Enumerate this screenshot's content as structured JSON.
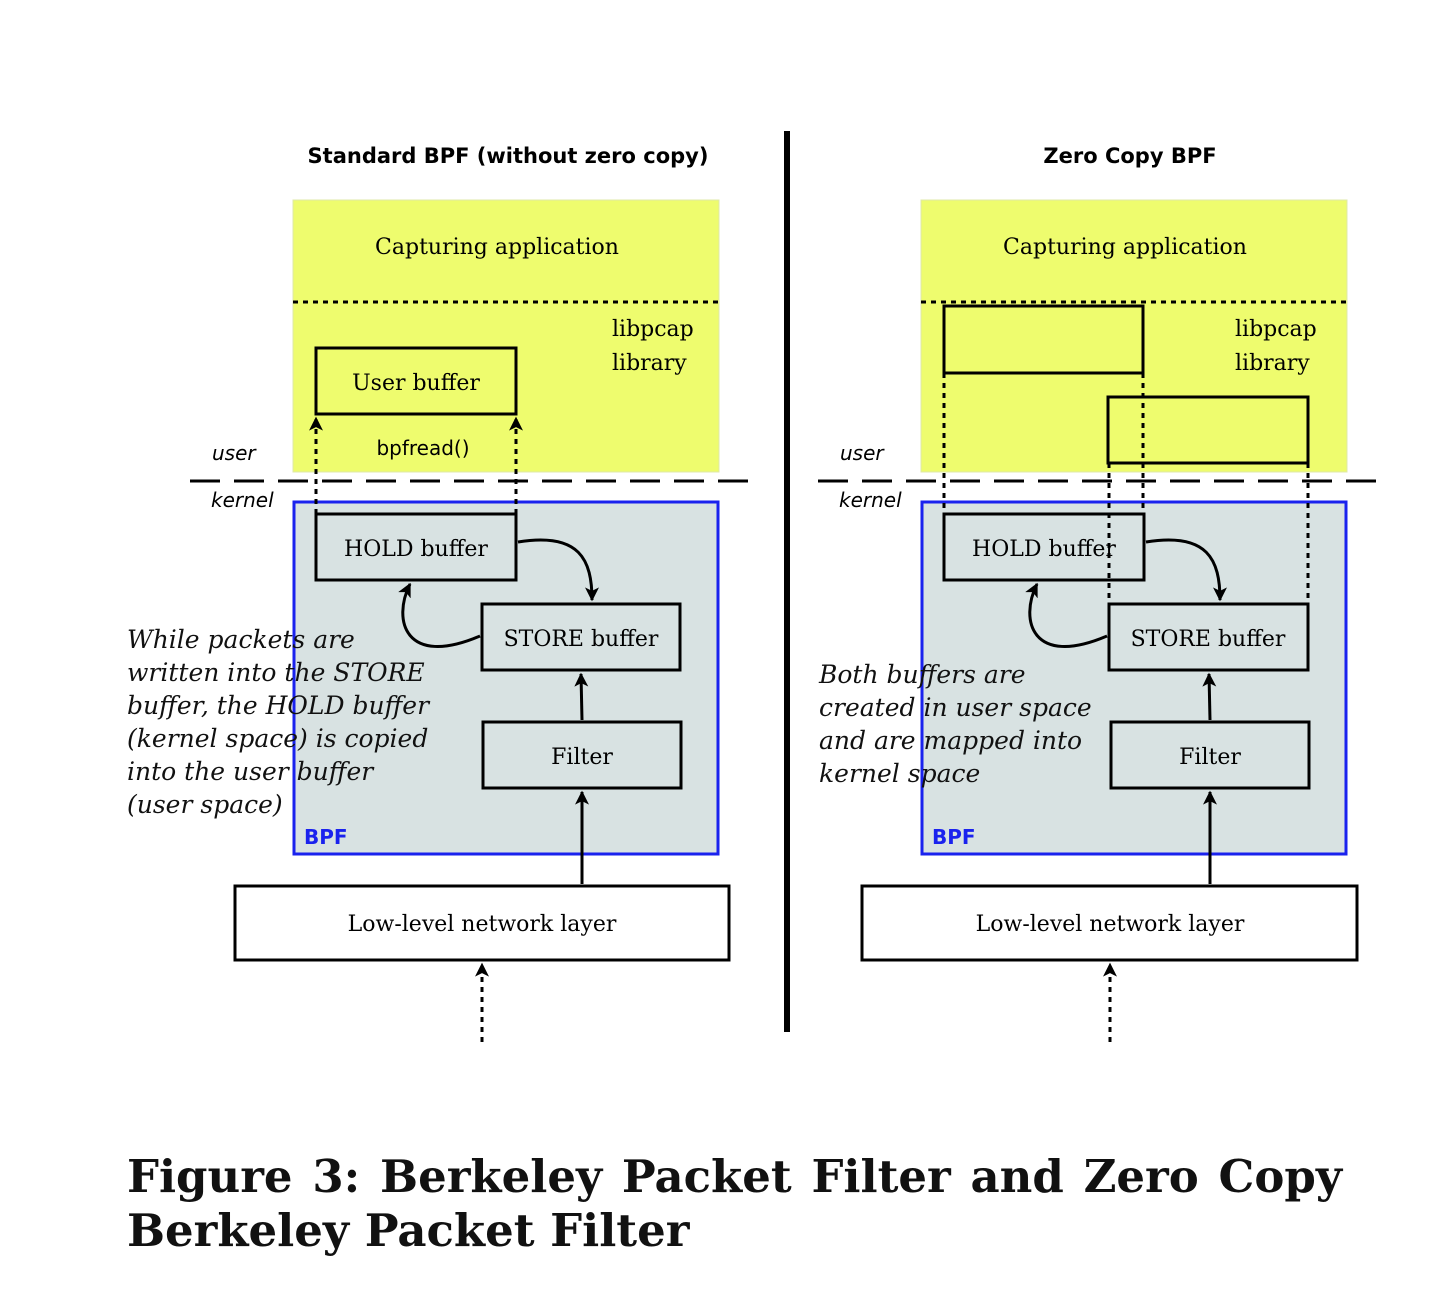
{
  "left_panel": {
    "title": "Standard BPF (without zero copy)",
    "app_label": "Capturing application",
    "lib_label_1": "libpcap",
    "lib_label_2": "library",
    "user_buffer": "User buffer",
    "bpfread": "bpfread()",
    "user_label": "user",
    "kernel_label": "kernel",
    "hold_buffer": "HOLD buffer",
    "store_buffer": "STORE buffer",
    "filter": "Filter",
    "bpf_label": "BPF",
    "network_layer": "Low-level network layer",
    "note": [
      "While packets are",
      "written into the STORE",
      "buffer, the HOLD buffer",
      "(kernel space) is copied",
      "into the user buffer",
      "(user space)"
    ]
  },
  "right_panel": {
    "title": "Zero Copy BPF",
    "app_label": "Capturing application",
    "lib_label_1": "libpcap",
    "lib_label_2": "library",
    "user_label": "user",
    "kernel_label": "kernel",
    "hold_buffer": "HOLD buffer",
    "store_buffer": "STORE buffer",
    "filter": "Filter",
    "bpf_label": "BPF",
    "network_layer": "Low-level network layer",
    "note": [
      "Both buffers are",
      "created in user space",
      "and are mapped into",
      "kernel space"
    ]
  },
  "caption": {
    "words_line1": [
      "Figure",
      "3:",
      "Berkeley",
      "Packet",
      "Filter",
      "and",
      "Zero",
      "Copy"
    ],
    "line2": "Berkeley Packet Filter"
  },
  "colors": {
    "user_space_fill": "#eefc6e",
    "kernel_fill": "#d8e2e2",
    "bpf_border": "#1a22ee"
  }
}
